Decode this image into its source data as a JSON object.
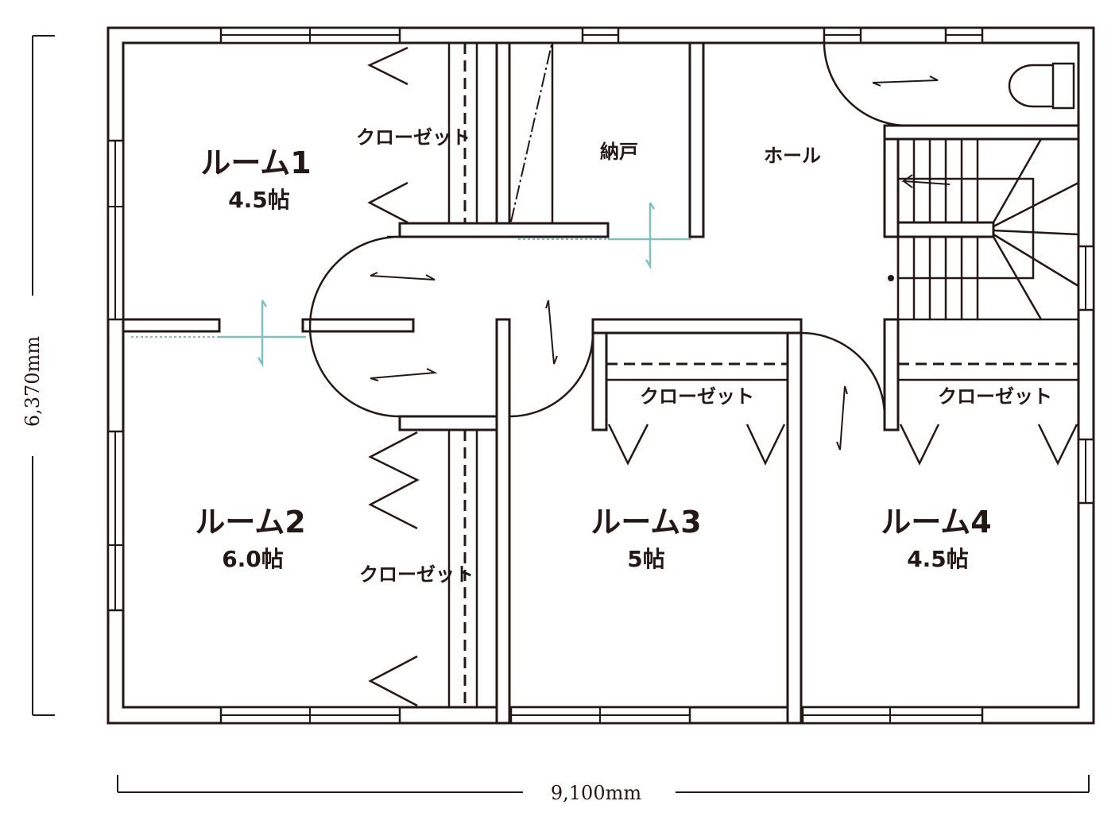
{
  "plan": {
    "rooms": [
      {
        "name": "ルーム1",
        "area": "4.5帖"
      },
      {
        "name": "ルーム2",
        "area": "6.0帖"
      },
      {
        "name": "ルーム3",
        "area": "5帖"
      },
      {
        "name": "ルーム4",
        "area": "4.5帖"
      }
    ],
    "closet_label": "クローゼット",
    "storage_label": "納戸",
    "hall_label": "ホール",
    "dimensions": {
      "height": "6,370mm",
      "width": "9,100mm"
    },
    "colors": {
      "line": "#231815",
      "sliding_door": "#7fbfbf",
      "background": "#ffffff"
    }
  }
}
